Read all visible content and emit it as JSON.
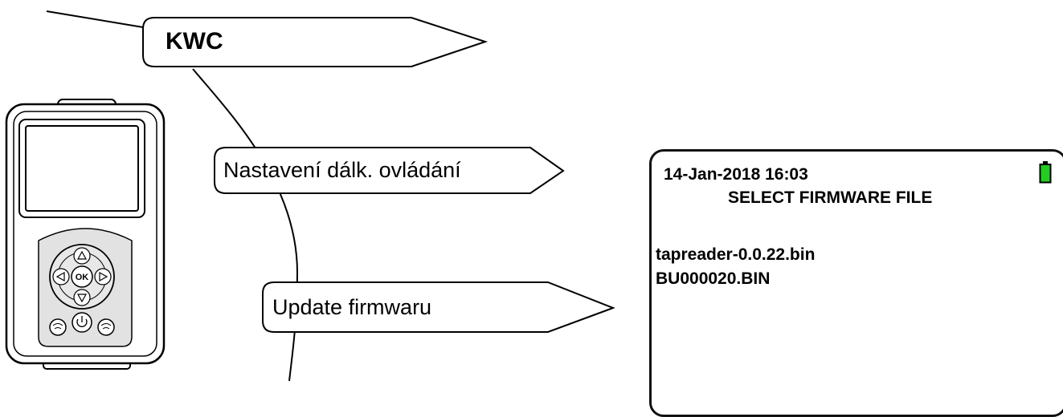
{
  "menu": {
    "root_label": "KWC",
    "item_remote_label": "Nastavení dálk. ovládání",
    "item_update_label": "Update firmwaru"
  },
  "screen": {
    "datetime": "14-Jan-2018 16:03",
    "title": "SELECT FIRMWARE FILE",
    "files": [
      "tapreader-0.0.22.bin",
      "BU000020.BIN"
    ],
    "battery_color": "#22cc22"
  },
  "device": {
    "ok_label": "OK"
  }
}
